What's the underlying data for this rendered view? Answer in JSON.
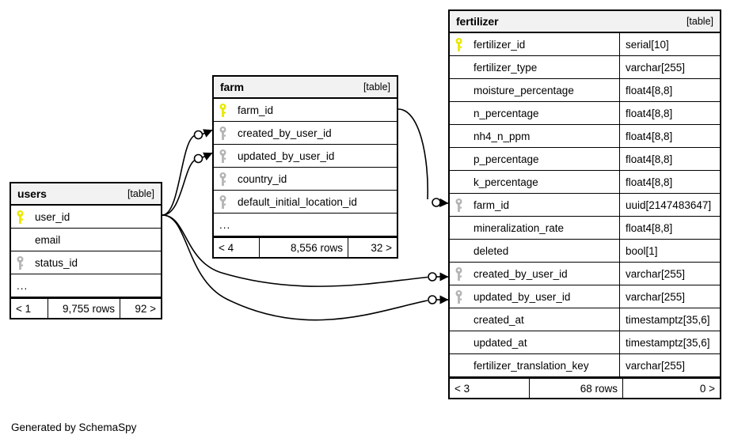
{
  "diagram": {
    "type": "entity-relationship-diagram",
    "credit": "Generated by SchemaSpy",
    "table_tag": "[table]",
    "ellipsis": "...",
    "colors": {
      "primary_key": "#e8e800",
      "foreign_key": "#b4b4b4",
      "header_background": "#f2f2f2",
      "border": "#000000",
      "background": "#ffffff"
    }
  },
  "tables": {
    "users": {
      "name": "users",
      "tag": "[table]",
      "columns": [
        {
          "key": "primary",
          "name": "user_id"
        },
        {
          "key": "none",
          "name": "email"
        },
        {
          "key": "foreign",
          "name": "status_id"
        },
        {
          "key": "none",
          "name": "..."
        }
      ],
      "footer": {
        "left": "< 1",
        "middle": "9,755 rows",
        "right": "92 >"
      }
    },
    "farm": {
      "name": "farm",
      "tag": "[table]",
      "columns": [
        {
          "key": "primary",
          "name": "farm_id"
        },
        {
          "key": "foreign",
          "name": "created_by_user_id"
        },
        {
          "key": "foreign",
          "name": "updated_by_user_id"
        },
        {
          "key": "foreign",
          "name": "country_id"
        },
        {
          "key": "foreign",
          "name": "default_initial_location_id"
        },
        {
          "key": "none",
          "name": "..."
        }
      ],
      "footer": {
        "left": "< 4",
        "middle": "8,556 rows",
        "right": "32 >"
      }
    },
    "fertilizer": {
      "name": "fertilizer",
      "tag": "[table]",
      "columns": [
        {
          "key": "primary",
          "name": "fertilizer_id",
          "type": "serial[10]"
        },
        {
          "key": "none",
          "name": "fertilizer_type",
          "type": "varchar[255]"
        },
        {
          "key": "none",
          "name": "moisture_percentage",
          "type": "float4[8,8]"
        },
        {
          "key": "none",
          "name": "n_percentage",
          "type": "float4[8,8]"
        },
        {
          "key": "none",
          "name": "nh4_n_ppm",
          "type": "float4[8,8]"
        },
        {
          "key": "none",
          "name": "p_percentage",
          "type": "float4[8,8]"
        },
        {
          "key": "none",
          "name": "k_percentage",
          "type": "float4[8,8]"
        },
        {
          "key": "foreign",
          "name": "farm_id",
          "type": "uuid[2147483647]"
        },
        {
          "key": "none",
          "name": "mineralization_rate",
          "type": "float4[8,8]"
        },
        {
          "key": "none",
          "name": "deleted",
          "type": "bool[1]"
        },
        {
          "key": "foreign",
          "name": "created_by_user_id",
          "type": "varchar[255]"
        },
        {
          "key": "foreign",
          "name": "updated_by_user_id",
          "type": "varchar[255]"
        },
        {
          "key": "none",
          "name": "created_at",
          "type": "timestamptz[35,6]"
        },
        {
          "key": "none",
          "name": "updated_at",
          "type": "timestamptz[35,6]"
        },
        {
          "key": "none",
          "name": "fertilizer_translation_key",
          "type": "varchar[255]"
        }
      ],
      "footer": {
        "left": "< 3",
        "middle": "68 rows",
        "right": "0 >"
      }
    }
  },
  "relationships": [
    {
      "from_table": "users",
      "from_column": "user_id",
      "to_table": "farm",
      "to_column": "created_by_user_id"
    },
    {
      "from_table": "users",
      "from_column": "user_id",
      "to_table": "farm",
      "to_column": "updated_by_user_id"
    },
    {
      "from_table": "users",
      "from_column": "user_id",
      "to_table": "fertilizer",
      "to_column": "created_by_user_id"
    },
    {
      "from_table": "users",
      "from_column": "user_id",
      "to_table": "fertilizer",
      "to_column": "updated_by_user_id"
    },
    {
      "from_table": "farm",
      "from_column": "farm_id",
      "to_table": "fertilizer",
      "to_column": "farm_id"
    }
  ]
}
